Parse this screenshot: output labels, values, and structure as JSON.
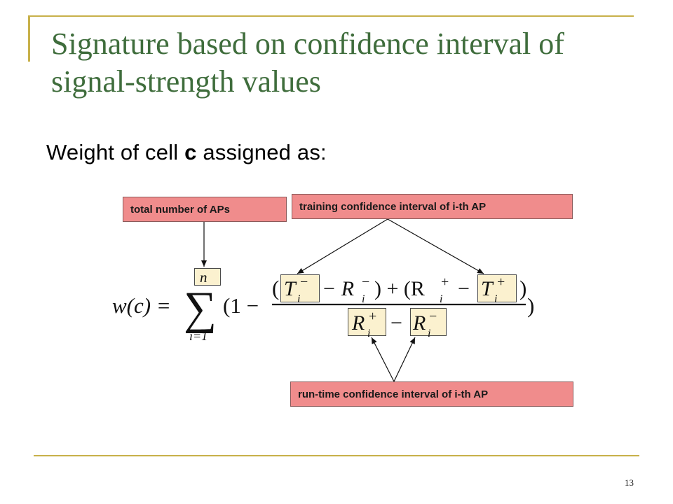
{
  "slide": {
    "title": "Signature based on confidence interval of signal-strength values",
    "subtitle_prefix": "Weight of cell ",
    "subtitle_var": "c",
    "subtitle_suffix": " assigned as:",
    "page_number": "13"
  },
  "callouts": {
    "total_aps": "total number of APs",
    "training_ci": "training confidence interval of i-th AP",
    "runtime_ci": "run-time confidence interval of i-th AP"
  },
  "formula": {
    "lhs": "w(c) =",
    "sum_upper": "n",
    "sum_lower": "i=1",
    "one_minus": "(1 −",
    "numerator_open": "(",
    "t_minus_base": "T",
    "t_minus_sup": "−",
    "t_minus_sub": "i",
    "minus_r_base": "− R",
    "minus_r_sup": "−",
    "minus_r_sub": "i",
    "mid_text": ") + (R",
    "r_plus_sup": "+",
    "r_plus_sub": "i",
    "minus_sign": "−",
    "t_plus_base": "T",
    "t_plus_sup": "+",
    "t_plus_sub": "i",
    "numerator_close": ")",
    "den_r_plus_base": "R",
    "den_r_plus_sup": "+",
    "den_r_plus_sub": "i",
    "den_minus": "−",
    "den_r_minus_base": "R",
    "den_r_minus_sup": "−",
    "den_r_minus_sub": "i",
    "close_paren": ")"
  },
  "colors": {
    "title": "#3f6d3c",
    "rule": "#c8b14a",
    "callout_fill": "#f08c8c",
    "highlight_fill": "#fbf1cf"
  }
}
